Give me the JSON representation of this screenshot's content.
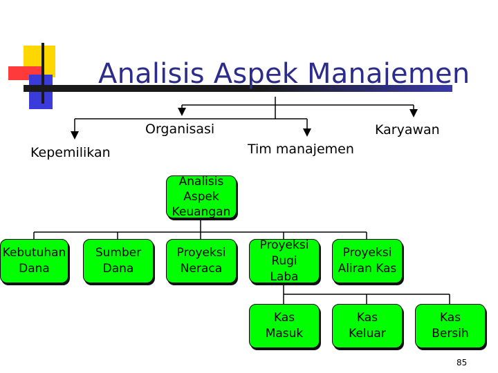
{
  "title": "Analisis Aspek Manajemen",
  "top_labels": {
    "organisasi": "Organisasi",
    "karyawan": "Karyawan",
    "kepemilikan": "Kepemilikan",
    "tim_manajemen": "Tim manajemen"
  },
  "center_box": "Analisis\nAspek\nKeuangan",
  "boxes_row1": [
    "Kebutuhan\nDana",
    "Sumber\nDana",
    "Proyeksi\nNeraca",
    "Proyeksi\nRugi\nLaba",
    "Proyeksi\nAliran Kas"
  ],
  "boxes_row2": [
    "Kas\nMasuk",
    "Kas\nKeluar",
    "Kas\nBersih"
  ],
  "page_number": "85",
  "colors": {
    "box_fill": "#00ff00",
    "title": "#2c2c8c",
    "deco_yellow": "#ffd700",
    "deco_red": "#ff3a3a",
    "deco_blue": "#3b3bdc"
  }
}
